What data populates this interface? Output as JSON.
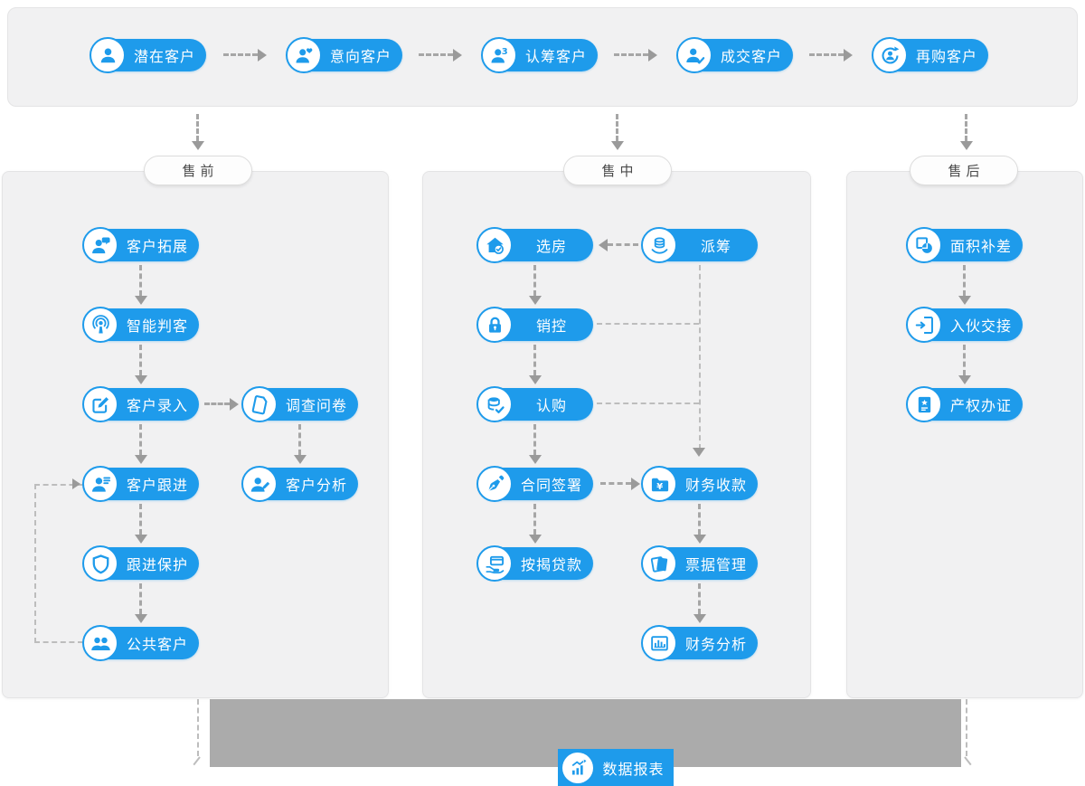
{
  "colors": {
    "accent": "#1e9beb",
    "panel_bg": "#f1f1f2",
    "gray_bar": "#ababab",
    "dash_line": "#a6a6a6",
    "header_text": "#4a4a4a"
  },
  "top_flow": {
    "items": [
      {
        "label": "潜在客户",
        "icon": "user-icon"
      },
      {
        "label": "意向客户",
        "icon": "user-heart-icon"
      },
      {
        "label": "认筹客户",
        "icon": "user-badge3-icon"
      },
      {
        "label": "成交客户",
        "icon": "user-check-icon"
      },
      {
        "label": "再购客户",
        "icon": "user-repurchase-icon"
      }
    ]
  },
  "sections": {
    "pre": {
      "header": "售前",
      "nodes": {
        "tuozhan": {
          "label": "客户拓展",
          "icon": "user-chat-icon"
        },
        "panke": {
          "label": "智能判客",
          "icon": "smart-detect-icon"
        },
        "luru": {
          "label": "客户录入",
          "icon": "edit-icon"
        },
        "wenjuan": {
          "label": "调查问卷",
          "icon": "questionnaire-icon"
        },
        "genjin": {
          "label": "客户跟进",
          "icon": "user-list-icon"
        },
        "fenxi": {
          "label": "客户分析",
          "icon": "user-pen-icon"
        },
        "baohu": {
          "label": "跟进保护",
          "icon": "shield-icon"
        },
        "gonggong": {
          "label": "公共客户",
          "icon": "users-icon"
        }
      }
    },
    "mid": {
      "header": "售中",
      "nodes": {
        "xuanfang": {
          "label": "选房",
          "icon": "house-check-icon"
        },
        "paichou": {
          "label": "派筹",
          "icon": "tokens-hand-icon"
        },
        "xiaokong": {
          "label": "销控",
          "icon": "lock-icon"
        },
        "rengou": {
          "label": "认购",
          "icon": "coins-check-icon"
        },
        "hetong": {
          "label": "合同签署",
          "icon": "pen-icon"
        },
        "shoukuan": {
          "label": "财务收款",
          "icon": "folder-yen-icon"
        },
        "anjie": {
          "label": "按揭贷款",
          "icon": "card-hand-icon"
        },
        "piaoju": {
          "label": "票据管理",
          "icon": "notes-icon"
        },
        "caiwufenxi": {
          "label": "财务分析",
          "icon": "chart-frame-icon"
        }
      }
    },
    "after": {
      "header": "售后",
      "nodes": {
        "mianji": {
          "label": "面积补差",
          "icon": "shapes-icon"
        },
        "ruhuo": {
          "label": "入伙交接",
          "icon": "handover-icon"
        },
        "chanquan": {
          "label": "产权办证",
          "icon": "certificate-star-icon"
        }
      }
    }
  },
  "footer": {
    "report": {
      "label": "数据报表",
      "icon": "chart-up-icon"
    }
  }
}
